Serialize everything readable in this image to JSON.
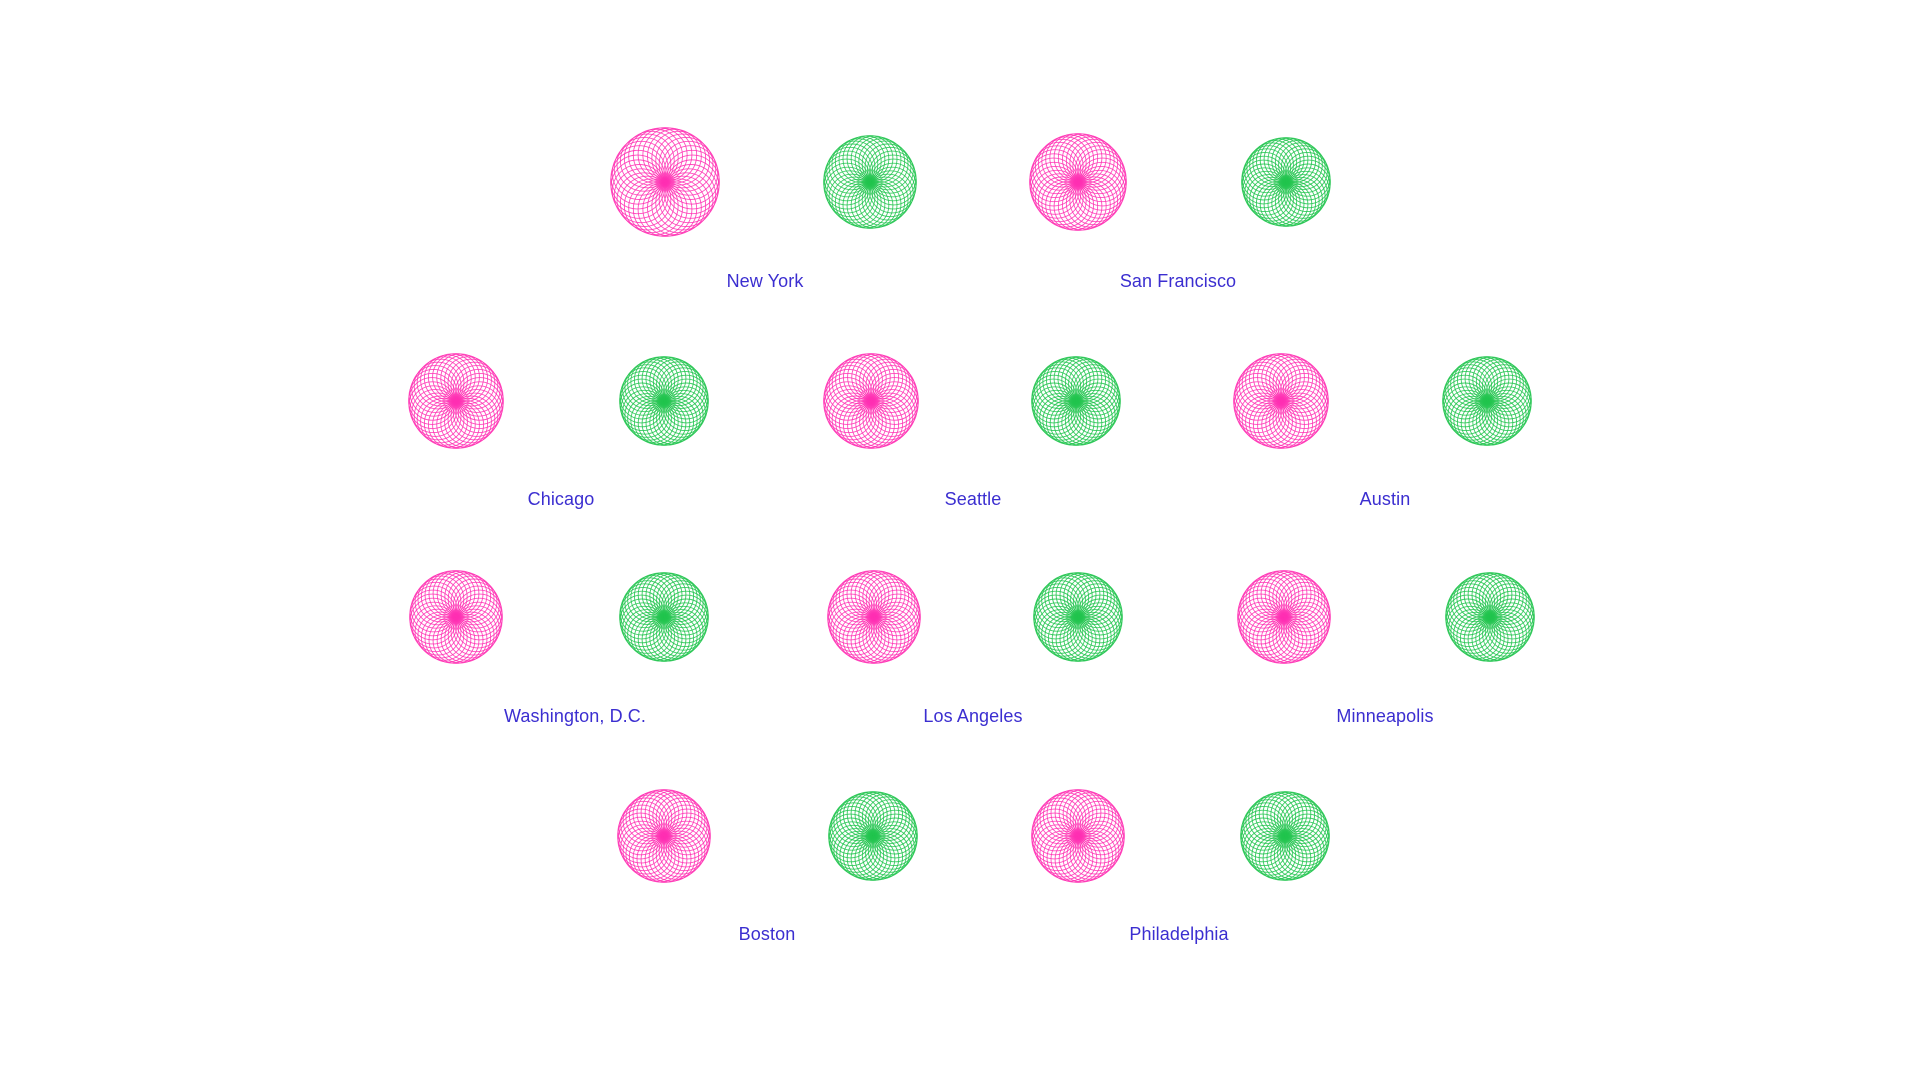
{
  "colors": {
    "magenta": "#ff2fb3",
    "green": "#21c44d",
    "label": "#3b2ed0",
    "background": "#ffffff"
  },
  "cities": [
    {
      "name": "New York",
      "magenta_icon": "magenta-spiral-flower-icon",
      "green_icon": "green-spiral-flower-icon"
    },
    {
      "name": "San Francisco",
      "magenta_icon": "magenta-spiral-flower-icon",
      "green_icon": "green-spiral-flower-icon"
    },
    {
      "name": "Chicago",
      "magenta_icon": "magenta-spiral-flower-icon",
      "green_icon": "green-spiral-flower-icon"
    },
    {
      "name": "Seattle",
      "magenta_icon": "magenta-spiral-flower-icon",
      "green_icon": "green-spiral-flower-icon"
    },
    {
      "name": "Austin",
      "magenta_icon": "magenta-spiral-flower-icon",
      "green_icon": "green-spiral-flower-icon"
    },
    {
      "name": "Washington, D.C.",
      "magenta_icon": "magenta-spiral-flower-icon",
      "green_icon": "green-spiral-flower-icon"
    },
    {
      "name": "Los Angeles",
      "magenta_icon": "magenta-spiral-flower-icon",
      "green_icon": "green-spiral-flower-icon"
    },
    {
      "name": "Minneapolis",
      "magenta_icon": "magenta-spiral-flower-icon",
      "green_icon": "green-spiral-flower-icon"
    },
    {
      "name": "Boston",
      "magenta_icon": "magenta-spiral-flower-icon",
      "green_icon": "green-spiral-flower-icon"
    },
    {
      "name": "Philadelphia",
      "magenta_icon": "magenta-spiral-flower-icon",
      "green_icon": "green-spiral-flower-icon"
    }
  ]
}
